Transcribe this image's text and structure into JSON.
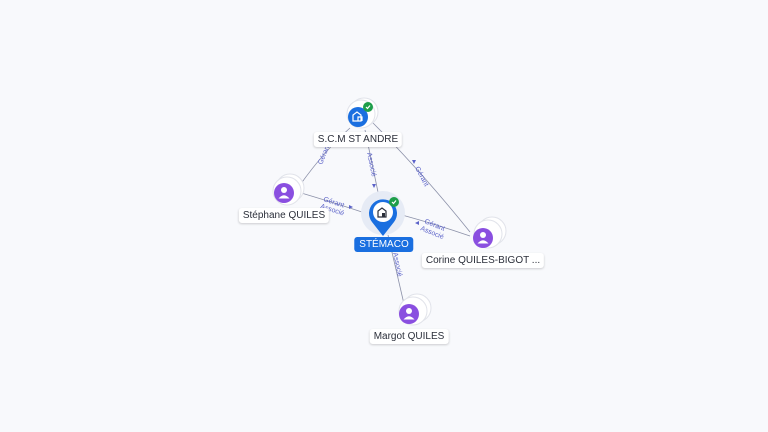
{
  "nodes": {
    "stemaco": {
      "label": "STÉMACO",
      "type": "company",
      "icon": "building-icon",
      "verified": true
    },
    "scm": {
      "label": "S.C.M ST ANDRE",
      "type": "company",
      "icon": "building-icon",
      "verified": true
    },
    "stephane": {
      "label": "Stéphane QUILES",
      "type": "person",
      "icon": "person-icon"
    },
    "corine": {
      "label": "Corine QUILES-BIGOT ...",
      "type": "person",
      "icon": "person-icon"
    },
    "margot": {
      "label": "Margot QUILES",
      "type": "person",
      "icon": "person-icon"
    }
  },
  "edges": {
    "scm_stephane": "Gérant",
    "scm_stemaco": "Associé",
    "scm_corine": "Gérant",
    "stephane_stemaco_1": "Gérant",
    "stephane_stemaco_2": "Associé",
    "corine_stemaco_1": "Gérant",
    "corine_stemaco_2": "Associé",
    "stemaco_margot": "Associé"
  },
  "colors": {
    "company": "#1a6fe0",
    "person": "#8a4fe0",
    "verified": "#1e9e4a",
    "edge": "#8b90a8",
    "edge_label": "#5c63c9"
  }
}
